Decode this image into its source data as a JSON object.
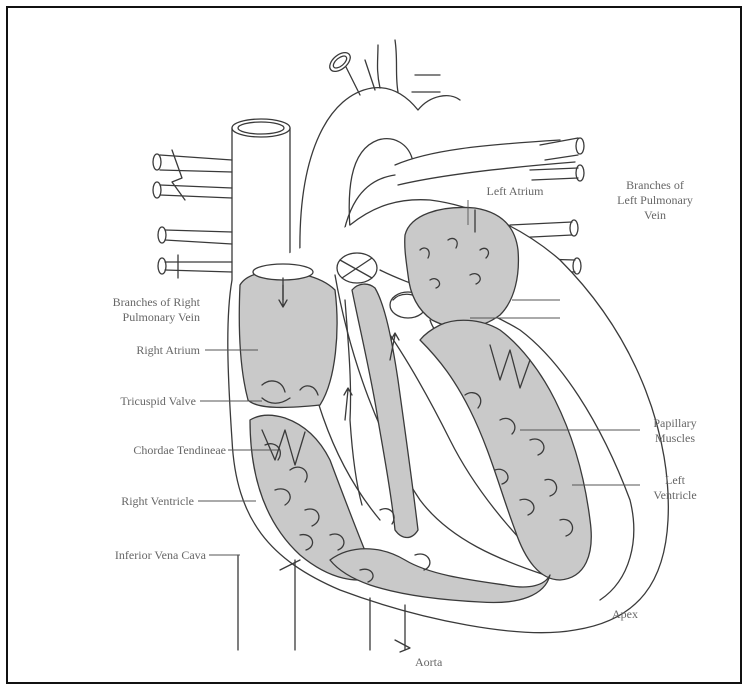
{
  "labels": {
    "left_atrium": "Left Atrium",
    "branches_left_pulmonary_vein": [
      "Branches of",
      "Left Pulmonary",
      "Vein"
    ],
    "branches_right_pulmonary_vein": [
      "Branches of Right",
      "Pulmonary Vein"
    ],
    "right_atrium": "Right Atrium",
    "tricuspid_valve": "Tricuspid Valve",
    "chordae_tendineae": "Chordae Tendineae",
    "right_ventricle": "Right Ventricle",
    "inferior_vena_cava": "Inferior Vena Cava",
    "papillary_muscles": [
      "Papillary",
      "Muscles"
    ],
    "left_ventricle": [
      "Left",
      "Ventricle"
    ],
    "apex": "Apex",
    "aorta": "Aorta"
  },
  "colors": {
    "tissue_fill": "#c9c9c9",
    "outline": "#3a3a3a",
    "label_text": "#666666"
  }
}
